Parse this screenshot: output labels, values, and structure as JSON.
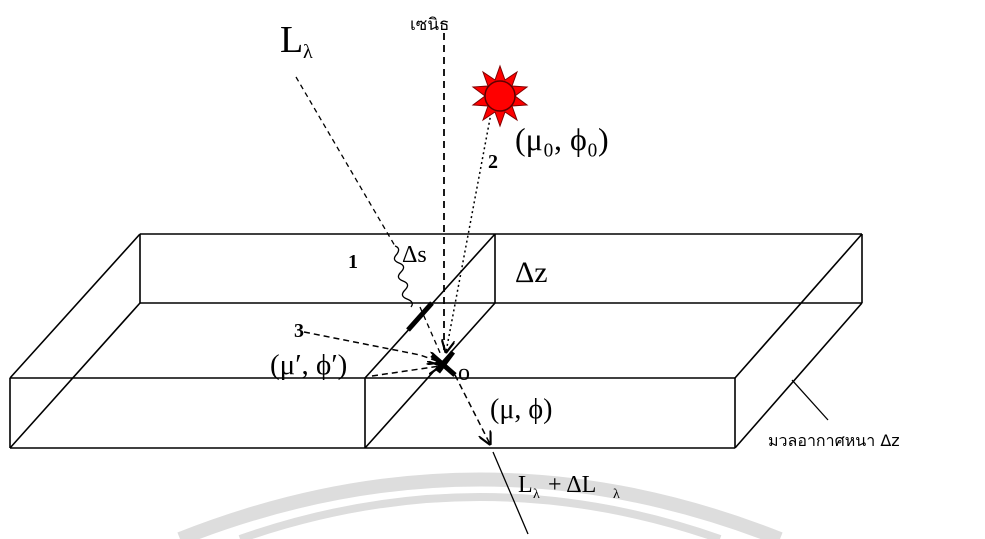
{
  "labels": {
    "zenith": "เซนิธ",
    "radiance_in": "L",
    "radiance_in_sub": "λ",
    "sun_dir": "(μ₀, ϕ₀)",
    "path1": "1",
    "path2": "2",
    "path3": "3",
    "delta_s": "Δs",
    "delta_z": "Δz",
    "scatter_dir": "(μ′, ϕ′)",
    "point": "o",
    "out_dir": "(μ, ϕ)",
    "radiance_out": "L",
    "radiance_out_sub": "λ",
    "radiance_out_plus": "+ ΔL",
    "radiance_out_sub2": "λ",
    "layer_note": "มวลอากาศหนา Δz"
  },
  "icons": {
    "sun": "sun-icon"
  },
  "colors": {
    "ink": "#000000",
    "sun": "#ff0000",
    "watermark": "#dddddd"
  }
}
